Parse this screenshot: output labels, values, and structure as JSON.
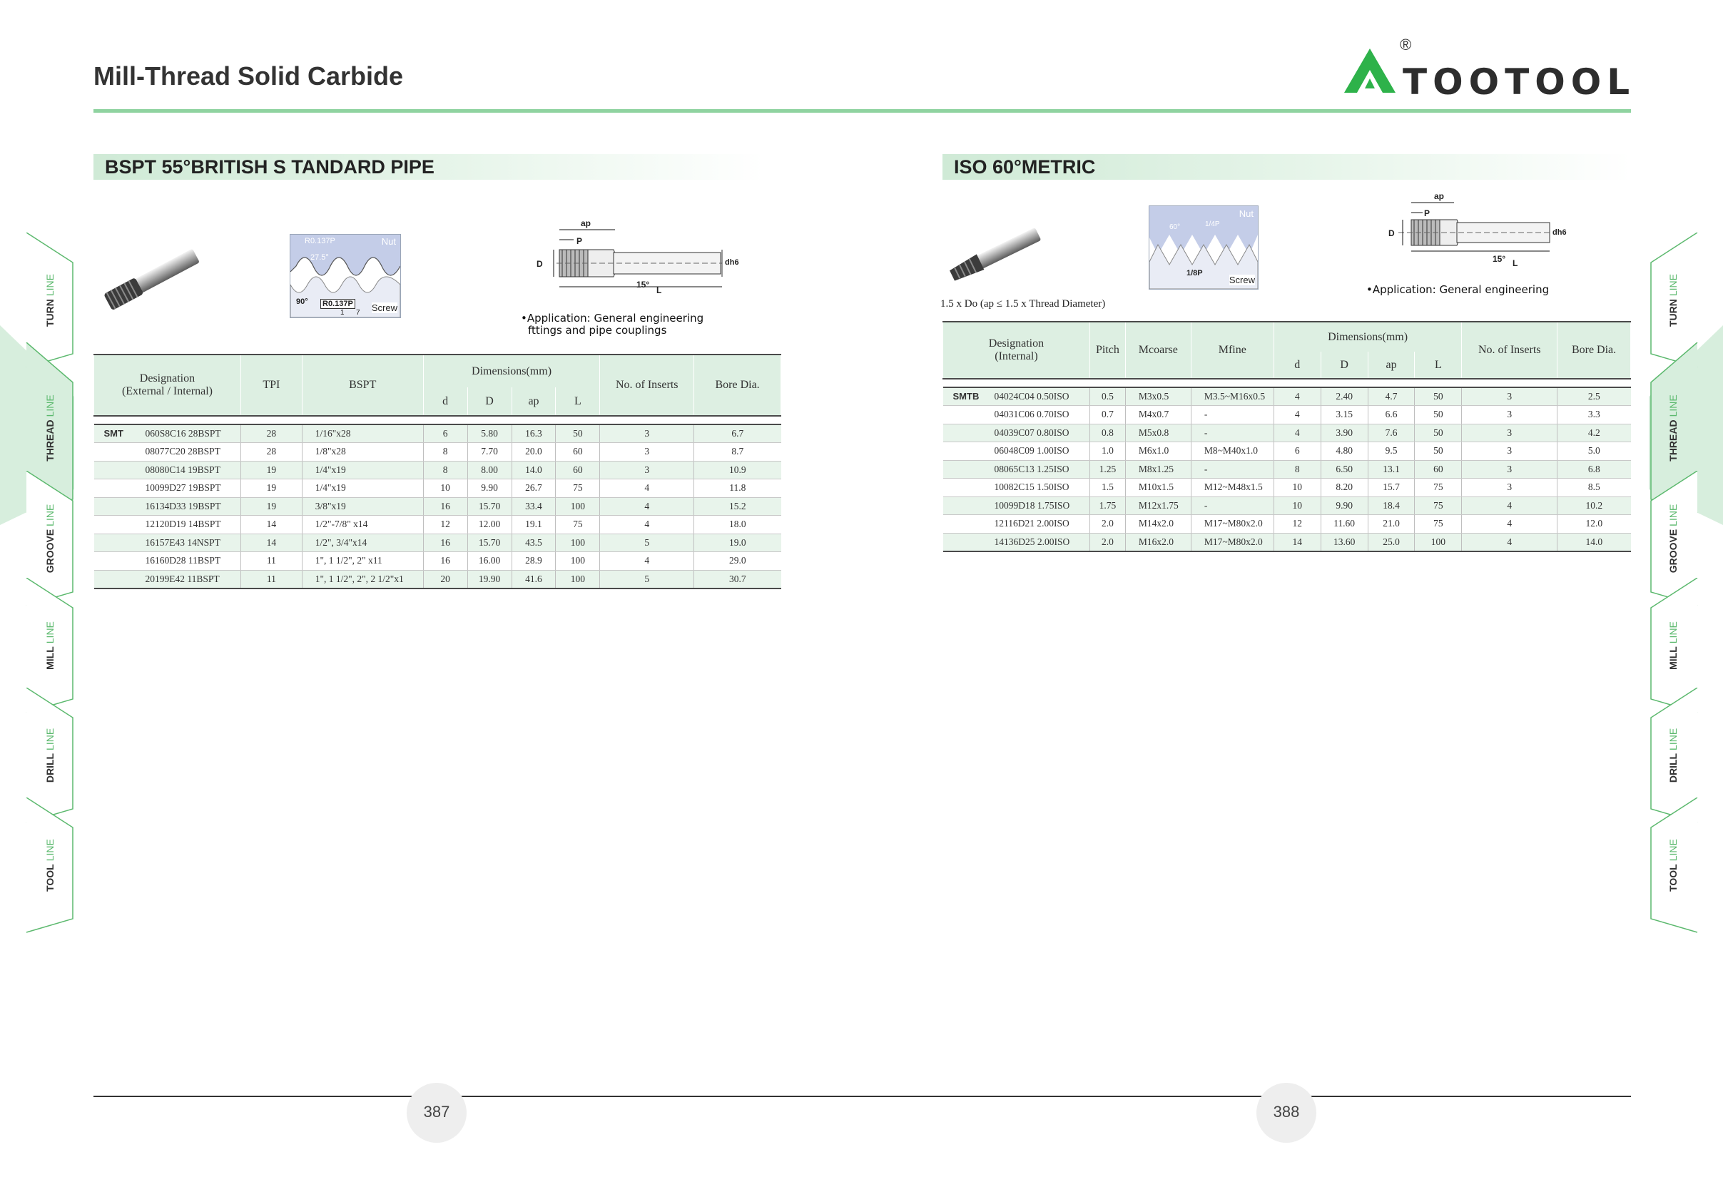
{
  "header": {
    "title": "Mill-Thread Solid Carbide",
    "brand": "TOOTOOL",
    "registered_mark": "®",
    "brand_color": "#2eb24a"
  },
  "left": {
    "section_title": "BSPT 55°BRITISH S TANDARD PIPE",
    "thread_labels": {
      "nut": "Nut",
      "screw": "Screw",
      "r_top": "R0.137P",
      "angle": "27.5°",
      "angle90": "90°",
      "r_bottom": "R0.137P",
      "frac": "1",
      "seven": "7"
    },
    "dim_labels": {
      "ap": "ap",
      "p": "P",
      "d_big": "D",
      "dh6": "dh6",
      "angle": "15°",
      "l": "L"
    },
    "application": [
      "•Application: General engineering",
      "fttings and pipe couplings"
    ],
    "table": {
      "headers": {
        "designation": [
          "Designation",
          "(External / Internal)"
        ],
        "tpi": "TPI",
        "bspt": "BSPT",
        "dimensions": "Dimensions(mm)",
        "d": "d",
        "D": "D",
        "ap": "ap",
        "L": "L",
        "inserts": "No. of Inserts",
        "bore": "Bore Dia."
      },
      "rows": [
        {
          "prefix": "SMT",
          "code": "060S8C16 28BSPT",
          "tpi": "28",
          "bspt": "1/16\"x28",
          "d": "6",
          "D": "5.80",
          "ap": "16.3",
          "L": "50",
          "inserts": "3",
          "bore": "6.7"
        },
        {
          "prefix": "",
          "code": "08077C20 28BSPT",
          "tpi": "28",
          "bspt": "1/8\"x28",
          "d": "8",
          "D": "7.70",
          "ap": "20.0",
          "L": "60",
          "inserts": "3",
          "bore": "8.7"
        },
        {
          "prefix": "",
          "code": "08080C14 19BSPT",
          "tpi": "19",
          "bspt": "1/4\"x19",
          "d": "8",
          "D": "8.00",
          "ap": "14.0",
          "L": "60",
          "inserts": "3",
          "bore": "10.9"
        },
        {
          "prefix": "",
          "code": "10099D27 19BSPT",
          "tpi": "19",
          "bspt": "1/4\"x19",
          "d": "10",
          "D": "9.90",
          "ap": "26.7",
          "L": "75",
          "inserts": "4",
          "bore": "11.8"
        },
        {
          "prefix": "",
          "code": "16134D33 19BSPT",
          "tpi": "19",
          "bspt": "3/8\"x19",
          "d": "16",
          "D": "15.70",
          "ap": "33.4",
          "L": "100",
          "inserts": "4",
          "bore": "15.2"
        },
        {
          "prefix": "",
          "code": "12120D19 14BSPT",
          "tpi": "14",
          "bspt": "1/2\"-7/8\" x14",
          "d": "12",
          "D": "12.00",
          "ap": "19.1",
          "L": "75",
          "inserts": "4",
          "bore": "18.0"
        },
        {
          "prefix": "",
          "code": "16157E43 14NSPT",
          "tpi": "14",
          "bspt": "1/2\", 3/4\"x14",
          "d": "16",
          "D": "15.70",
          "ap": "43.5",
          "L": "100",
          "inserts": "5",
          "bore": "19.0"
        },
        {
          "prefix": "",
          "code": "16160D28 11BSPT",
          "tpi": "11",
          "bspt": "1\", 1 1/2\", 2\" x11",
          "d": "16",
          "D": "16.00",
          "ap": "28.9",
          "L": "100",
          "inserts": "4",
          "bore": "29.0"
        },
        {
          "prefix": "",
          "code": "20199E42 11BSPT",
          "tpi": "11",
          "bspt": "1\", 1 1/2\", 2\", 2 1/2\"x1",
          "d": "20",
          "D": "19.90",
          "ap": "41.6",
          "L": "100",
          "inserts": "5",
          "bore": "30.7"
        }
      ]
    }
  },
  "right": {
    "section_title": "ISO 60°METRIC",
    "thread_labels": {
      "nut": "Nut",
      "screw": "Screw",
      "angle": "60°",
      "quarter": "1/4P",
      "eighth": "1/8P"
    },
    "dim_labels": {
      "ap": "ap",
      "p": "P",
      "d_big": "D",
      "dh6": "dh6",
      "angle": "15°",
      "l": "L"
    },
    "depth_note": "1.5 x Do (ap ≤ 1.5 x Thread Diameter)",
    "application": "•Application: General engineering",
    "table": {
      "headers": {
        "designation": [
          "Designation",
          "(Internal)"
        ],
        "pitch": "Pitch",
        "mcoarse": "Mcoarse",
        "mfine": "Mfine",
        "dimensions": "Dimensions(mm)",
        "d": "d",
        "D": "D",
        "ap": "ap",
        "L": "L",
        "inserts": "No. of Inserts",
        "bore": "Bore Dia."
      },
      "rows": [
        {
          "prefix": "SMTB",
          "code": "04024C04 0.50ISO",
          "pitch": "0.5",
          "mcoarse": "M3x0.5",
          "mfine": "M3.5~M16x0.5",
          "d": "4",
          "D": "2.40",
          "ap": "4.7",
          "L": "50",
          "inserts": "3",
          "bore": "2.5"
        },
        {
          "prefix": "",
          "code": "04031C06 0.70ISO",
          "pitch": "0.7",
          "mcoarse": "M4x0.7",
          "mfine": "-",
          "d": "4",
          "D": "3.15",
          "ap": "6.6",
          "L": "50",
          "inserts": "3",
          "bore": "3.3"
        },
        {
          "prefix": "",
          "code": "04039C07 0.80ISO",
          "pitch": "0.8",
          "mcoarse": "M5x0.8",
          "mfine": "-",
          "d": "4",
          "D": "3.90",
          "ap": "7.6",
          "L": "50",
          "inserts": "3",
          "bore": "4.2"
        },
        {
          "prefix": "",
          "code": "06048C09 1.00ISO",
          "pitch": "1.0",
          "mcoarse": "M6x1.0",
          "mfine": "M8~M40x1.0",
          "d": "6",
          "D": "4.80",
          "ap": "9.5",
          "L": "50",
          "inserts": "3",
          "bore": "5.0"
        },
        {
          "prefix": "",
          "code": "08065C13 1.25ISO",
          "pitch": "1.25",
          "mcoarse": "M8x1.25",
          "mfine": "-",
          "d": "8",
          "D": "6.50",
          "ap": "13.1",
          "L": "60",
          "inserts": "3",
          "bore": "6.8"
        },
        {
          "prefix": "",
          "code": "10082C15 1.50ISO",
          "pitch": "1.5",
          "mcoarse": "M10x1.5",
          "mfine": "M12~M48x1.5",
          "d": "10",
          "D": "8.20",
          "ap": "15.7",
          "L": "75",
          "inserts": "3",
          "bore": "8.5"
        },
        {
          "prefix": "",
          "code": "10099D18 1.75ISO",
          "pitch": "1.75",
          "mcoarse": "M12x1.75",
          "mfine": "-",
          "d": "10",
          "D": "9.90",
          "ap": "18.4",
          "L": "75",
          "inserts": "4",
          "bore": "10.2"
        },
        {
          "prefix": "",
          "code": "12116D21 2.00ISO",
          "pitch": "2.0",
          "mcoarse": "M14x2.0",
          "mfine": "M17~M80x2.0",
          "d": "12",
          "D": "11.60",
          "ap": "21.0",
          "L": "75",
          "inserts": "4",
          "bore": "12.0"
        },
        {
          "prefix": "",
          "code": "14136D25 2.00ISO",
          "pitch": "2.0",
          "mcoarse": "M16x2.0",
          "mfine": "M17~M80x2.0",
          "d": "14",
          "D": "13.60",
          "ap": "25.0",
          "L": "100",
          "inserts": "4",
          "bore": "14.0"
        }
      ]
    }
  },
  "side_tabs": [
    {
      "word": "TURN",
      "line": "LINE",
      "active": false
    },
    {
      "word": "THREAD",
      "line": "LINE",
      "active": true
    },
    {
      "word": "GROOVE",
      "line": "LINE",
      "active": false
    },
    {
      "word": "MILL",
      "line": "LINE",
      "active": false
    },
    {
      "word": "DRILL",
      "line": "LINE",
      "active": false
    },
    {
      "word": "TOOL",
      "line": "LINE",
      "active": false
    }
  ],
  "footer": {
    "page_left": "387",
    "page_right": "388"
  }
}
